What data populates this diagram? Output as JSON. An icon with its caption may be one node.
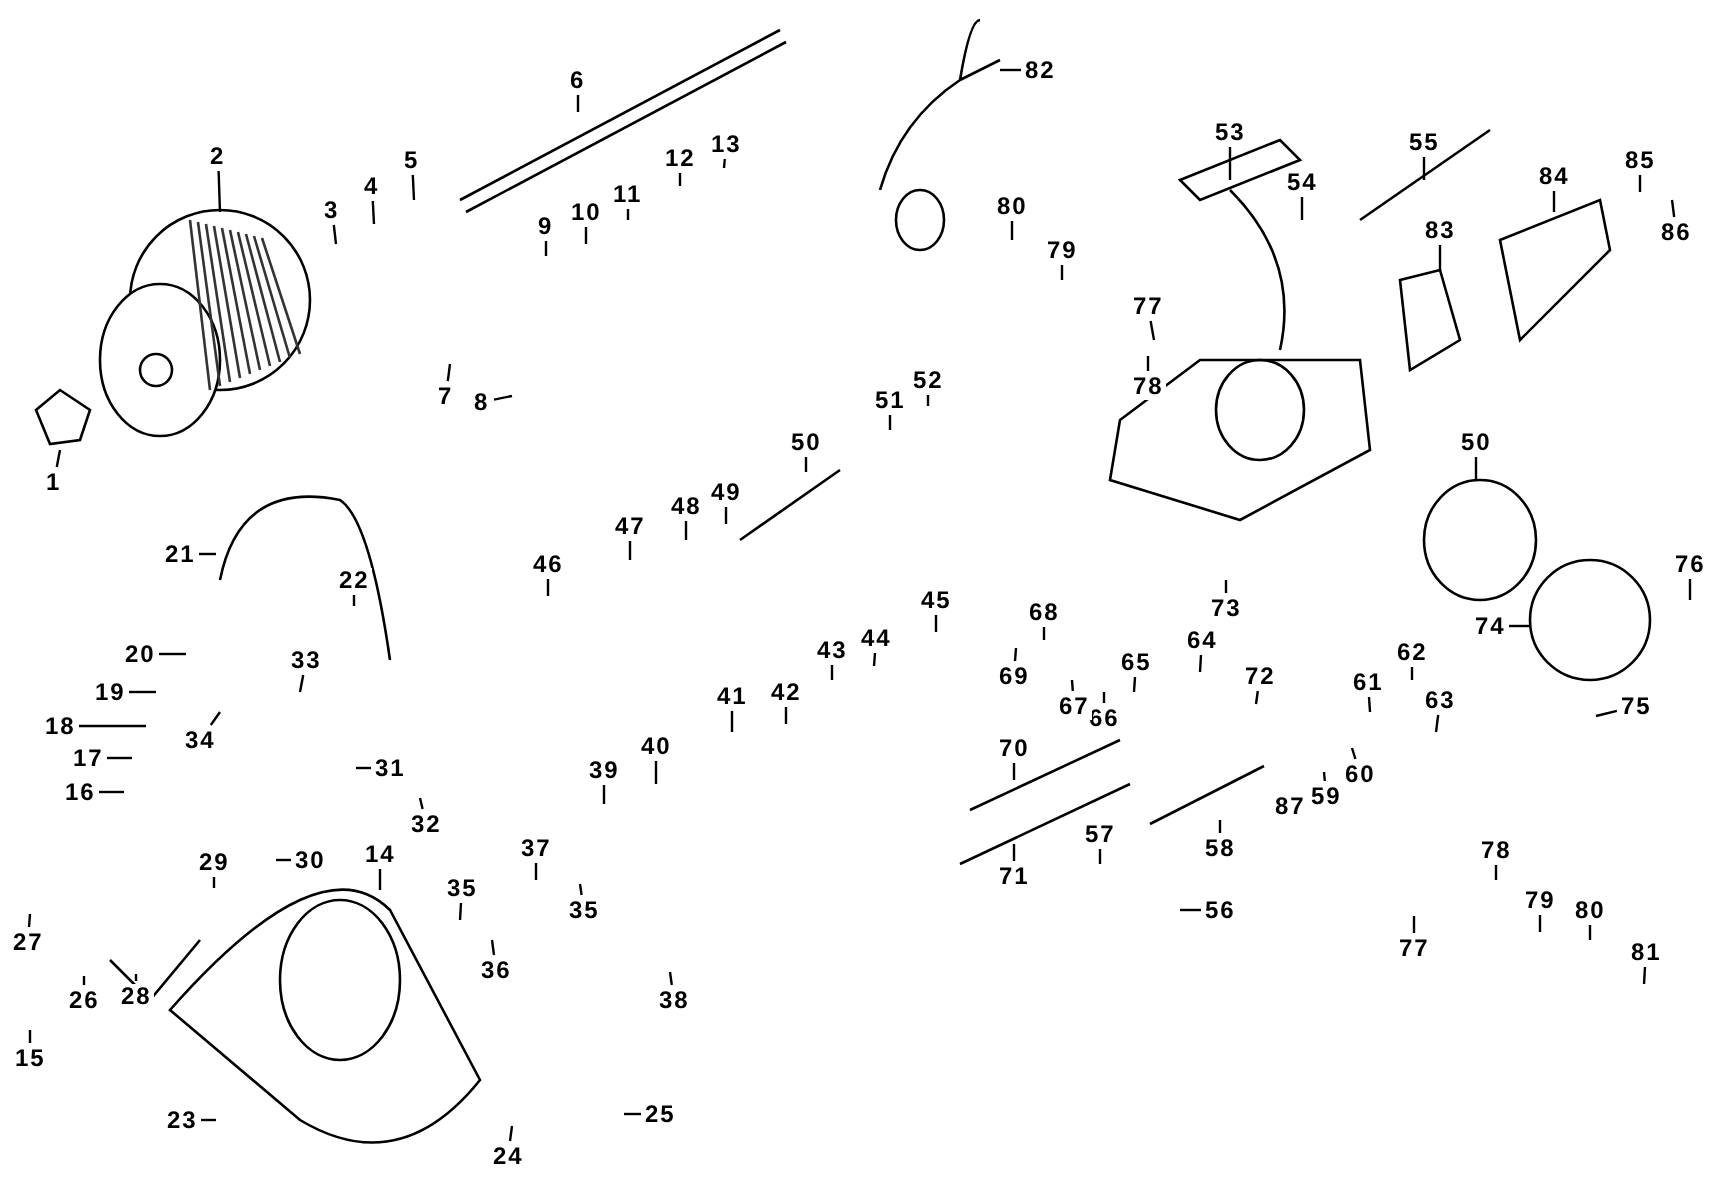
{
  "diagram": {
    "nodes": [
      {
        "text": [
          "1"
        ]
      },
      {
        "text": [
          "2"
        ]
      },
      {
        "text": [
          "3"
        ]
      },
      {
        "text": [
          "4"
        ]
      },
      {
        "text": [
          "5"
        ]
      },
      {
        "text": [
          "6"
        ]
      },
      {
        "text": [
          "7"
        ]
      },
      {
        "text": [
          "8"
        ]
      },
      {
        "text": [
          "9"
        ]
      },
      {
        "text": [
          "10"
        ]
      },
      {
        "text": [
          "11"
        ]
      },
      {
        "text": [
          "12"
        ]
      },
      {
        "text": [
          "13"
        ]
      },
      {
        "text": [
          "14"
        ]
      },
      {
        "text": [
          "15"
        ]
      },
      {
        "text": [
          "16"
        ]
      },
      {
        "text": [
          "17"
        ]
      },
      {
        "text": [
          "18"
        ]
      },
      {
        "text": [
          "19"
        ]
      },
      {
        "text": [
          "20"
        ]
      },
      {
        "text": [
          "21"
        ]
      },
      {
        "text": [
          "22"
        ]
      },
      {
        "text": [
          "23"
        ]
      },
      {
        "text": [
          "24"
        ]
      },
      {
        "text": [
          "25"
        ]
      },
      {
        "text": [
          "26"
        ]
      },
      {
        "text": [
          "27"
        ]
      },
      {
        "text": [
          "28"
        ]
      },
      {
        "text": [
          "29"
        ]
      },
      {
        "text": [
          "30"
        ]
      },
      {
        "text": [
          "31"
        ]
      },
      {
        "text": [
          "32"
        ]
      },
      {
        "text": [
          "33"
        ]
      },
      {
        "text": [
          "34"
        ]
      },
      {
        "text": [
          "35"
        ]
      },
      {
        "text": [
          "35"
        ]
      },
      {
        "text": [
          "36"
        ]
      },
      {
        "text": [
          "37"
        ]
      },
      {
        "text": [
          "38"
        ]
      },
      {
        "text": [
          "39"
        ]
      },
      {
        "text": [
          "40"
        ]
      },
      {
        "text": [
          "41"
        ]
      },
      {
        "text": [
          "42"
        ]
      },
      {
        "text": [
          "43"
        ]
      },
      {
        "text": [
          "44"
        ]
      },
      {
        "text": [
          "45"
        ]
      },
      {
        "text": [
          "46"
        ]
      },
      {
        "text": [
          "47"
        ]
      },
      {
        "text": [
          "48"
        ]
      },
      {
        "text": [
          "49"
        ]
      },
      {
        "text": [
          "50"
        ]
      },
      {
        "text": [
          "50"
        ]
      },
      {
        "text": [
          "51"
        ]
      },
      {
        "text": [
          "52"
        ]
      },
      {
        "text": [
          "53"
        ]
      },
      {
        "text": [
          "54"
        ]
      },
      {
        "text": [
          "55"
        ]
      },
      {
        "text": [
          "56"
        ]
      },
      {
        "text": [
          "57"
        ]
      },
      {
        "text": [
          "58"
        ]
      },
      {
        "text": [
          "59"
        ]
      },
      {
        "text": [
          "60"
        ]
      },
      {
        "text": [
          "61"
        ]
      },
      {
        "text": [
          "62"
        ]
      },
      {
        "text": [
          "63"
        ]
      },
      {
        "text": [
          "64"
        ]
      },
      {
        "text": [
          "65"
        ]
      },
      {
        "text": [
          "66"
        ]
      },
      {
        "text": [
          "67"
        ]
      },
      {
        "text": [
          "68"
        ]
      },
      {
        "text": [
          "69"
        ]
      },
      {
        "text": [
          "70"
        ]
      },
      {
        "text": [
          "71"
        ]
      },
      {
        "text": [
          "72"
        ]
      },
      {
        "text": [
          "73"
        ]
      },
      {
        "text": [
          "74"
        ]
      },
      {
        "text": [
          "75"
        ]
      },
      {
        "text": [
          "76"
        ]
      },
      {
        "text": [
          "77"
        ]
      },
      {
        "text": [
          "77"
        ]
      },
      {
        "text": [
          "78"
        ]
      },
      {
        "text": [
          "78"
        ]
      },
      {
        "text": [
          "79"
        ]
      },
      {
        "text": [
          "79"
        ]
      },
      {
        "text": [
          "80"
        ]
      },
      {
        "text": [
          "80"
        ]
      },
      {
        "text": [
          "81"
        ]
      },
      {
        "text": [
          "82"
        ]
      },
      {
        "text": [
          "83"
        ]
      },
      {
        "text": [
          "84"
        ]
      },
      {
        "text": [
          "85"
        ]
      },
      {
        "text": [
          "86"
        ]
      },
      {
        "text": [
          "87"
        ]
      }
    ],
    "edges": [
      {
        "from": 0,
        "to": null,
        "arrow": "none"
      },
      {
        "from": 1,
        "to": null,
        "arrow": "none"
      },
      {
        "from": 2,
        "to": null,
        "arrow": "none"
      },
      {
        "from": 3,
        "to": null,
        "arrow": "none"
      },
      {
        "from": 4,
        "to": null,
        "arrow": "none"
      },
      {
        "from": 5,
        "to": null,
        "arrow": "none"
      },
      {
        "from": 6,
        "to": null,
        "arrow": "none"
      },
      {
        "from": 7,
        "to": null,
        "arrow": "none"
      },
      {
        "from": 8,
        "to": null,
        "arrow": "none"
      },
      {
        "from": 9,
        "to": null,
        "arrow": "none"
      },
      {
        "from": 10,
        "to": null,
        "arrow": "none"
      },
      {
        "from": 11,
        "to": null,
        "arrow": "none"
      },
      {
        "from": 12,
        "to": null,
        "arrow": "none"
      },
      {
        "from": 13,
        "to": null,
        "arrow": "none"
      },
      {
        "from": 14,
        "to": null,
        "arrow": "none"
      },
      {
        "from": 15,
        "to": null,
        "arrow": "none"
      },
      {
        "from": 16,
        "to": null,
        "arrow": "none"
      },
      {
        "from": 17,
        "to": null,
        "arrow": "none"
      },
      {
        "from": 18,
        "to": null,
        "arrow": "none"
      },
      {
        "from": 19,
        "to": null,
        "arrow": "none"
      },
      {
        "from": 20,
        "to": null,
        "arrow": "none"
      },
      {
        "from": 21,
        "to": null,
        "arrow": "none"
      },
      {
        "from": 22,
        "to": null,
        "arrow": "none"
      },
      {
        "from": 23,
        "to": null,
        "arrow": "none"
      },
      {
        "from": 24,
        "to": null,
        "arrow": "none"
      },
      {
        "from": 25,
        "to": null,
        "arrow": "none"
      },
      {
        "from": 26,
        "to": null,
        "arrow": "none"
      },
      {
        "from": 27,
        "to": null,
        "arrow": "none"
      },
      {
        "from": 28,
        "to": null,
        "arrow": "none"
      },
      {
        "from": 29,
        "to": null,
        "arrow": "none"
      },
      {
        "from": 30,
        "to": null,
        "arrow": "none"
      },
      {
        "from": 31,
        "to": null,
        "arrow": "none"
      },
      {
        "from": 32,
        "to": null,
        "arrow": "none"
      },
      {
        "from": 33,
        "to": null,
        "arrow": "none"
      },
      {
        "from": 34,
        "to": null,
        "arrow": "none"
      },
      {
        "from": 35,
        "to": null,
        "arrow": "none"
      },
      {
        "from": 36,
        "to": null,
        "arrow": "none"
      },
      {
        "from": 37,
        "to": null,
        "arrow": "none"
      },
      {
        "from": 38,
        "to": null,
        "arrow": "none"
      },
      {
        "from": 39,
        "to": null,
        "arrow": "none"
      },
      {
        "from": 40,
        "to": null,
        "arrow": "none"
      },
      {
        "from": 41,
        "to": null,
        "arrow": "none"
      },
      {
        "from": 42,
        "to": null,
        "arrow": "none"
      },
      {
        "from": 43,
        "to": null,
        "arrow": "none"
      },
      {
        "from": 44,
        "to": null,
        "arrow": "none"
      },
      {
        "from": 45,
        "to": null,
        "arrow": "none"
      },
      {
        "from": 46,
        "to": null,
        "arrow": "none"
      },
      {
        "from": 47,
        "to": null,
        "arrow": "none"
      },
      {
        "from": 48,
        "to": null,
        "arrow": "none"
      },
      {
        "from": 49,
        "to": null,
        "arrow": "none"
      },
      {
        "from": 50,
        "to": null,
        "arrow": "none"
      },
      {
        "from": 51,
        "to": null,
        "arrow": "none"
      },
      {
        "from": 52,
        "to": null,
        "arrow": "none"
      },
      {
        "from": 53,
        "to": null,
        "arrow": "none"
      },
      {
        "from": 54,
        "to": null,
        "arrow": "none"
      },
      {
        "from": 55,
        "to": null,
        "arrow": "none"
      },
      {
        "from": 56,
        "to": null,
        "arrow": "none"
      },
      {
        "from": 57,
        "to": null,
        "arrow": "none"
      },
      {
        "from": 58,
        "to": null,
        "arrow": "none"
      },
      {
        "from": 59,
        "to": null,
        "arrow": "none"
      },
      {
        "from": 60,
        "to": null,
        "arrow": "none"
      },
      {
        "from": 61,
        "to": null,
        "arrow": "none"
      },
      {
        "from": 62,
        "to": null,
        "arrow": "none"
      },
      {
        "from": 63,
        "to": null,
        "arrow": "none"
      },
      {
        "from": 64,
        "to": null,
        "arrow": "none"
      },
      {
        "from": 65,
        "to": null,
        "arrow": "none"
      },
      {
        "from": 66,
        "to": null,
        "arrow": "none"
      },
      {
        "from": 67,
        "to": null,
        "arrow": "none"
      },
      {
        "from": 68,
        "to": null,
        "arrow": "none"
      },
      {
        "from": 69,
        "to": null,
        "arrow": "none"
      },
      {
        "from": 70,
        "to": null,
        "arrow": "none"
      },
      {
        "from": 71,
        "to": null,
        "arrow": "none"
      },
      {
        "from": 72,
        "to": null,
        "arrow": "none"
      },
      {
        "from": 73,
        "to": null,
        "arrow": "none"
      },
      {
        "from": 74,
        "to": null,
        "arrow": "none"
      },
      {
        "from": 75,
        "to": null,
        "arrow": "none"
      },
      {
        "from": 76,
        "to": null,
        "arrow": "none"
      },
      {
        "from": 77,
        "to": null,
        "arrow": "none"
      },
      {
        "from": 78,
        "to": null,
        "arrow": "none"
      },
      {
        "from": 79,
        "to": null,
        "arrow": "none"
      },
      {
        "from": 80,
        "to": null,
        "arrow": "none"
      },
      {
        "from": 81,
        "to": null,
        "arrow": "none"
      },
      {
        "from": 82,
        "to": null,
        "arrow": "none"
      },
      {
        "from": 83,
        "to": null,
        "arrow": "none"
      },
      {
        "from": 84,
        "to": null,
        "arrow": "none"
      },
      {
        "from": 85,
        "to": null,
        "arrow": "none"
      },
      {
        "from": 86,
        "to": null,
        "arrow": "none"
      },
      {
        "from": 87,
        "to": null,
        "arrow": "none"
      },
      {
        "from": 88,
        "to": null,
        "arrow": "none"
      },
      {
        "from": 89,
        "to": null,
        "arrow": "none"
      },
      {
        "from": 90,
        "to": null,
        "arrow": "none"
      },
      {
        "from": 91,
        "to": null,
        "arrow": "none"
      }
    ]
  }
}
